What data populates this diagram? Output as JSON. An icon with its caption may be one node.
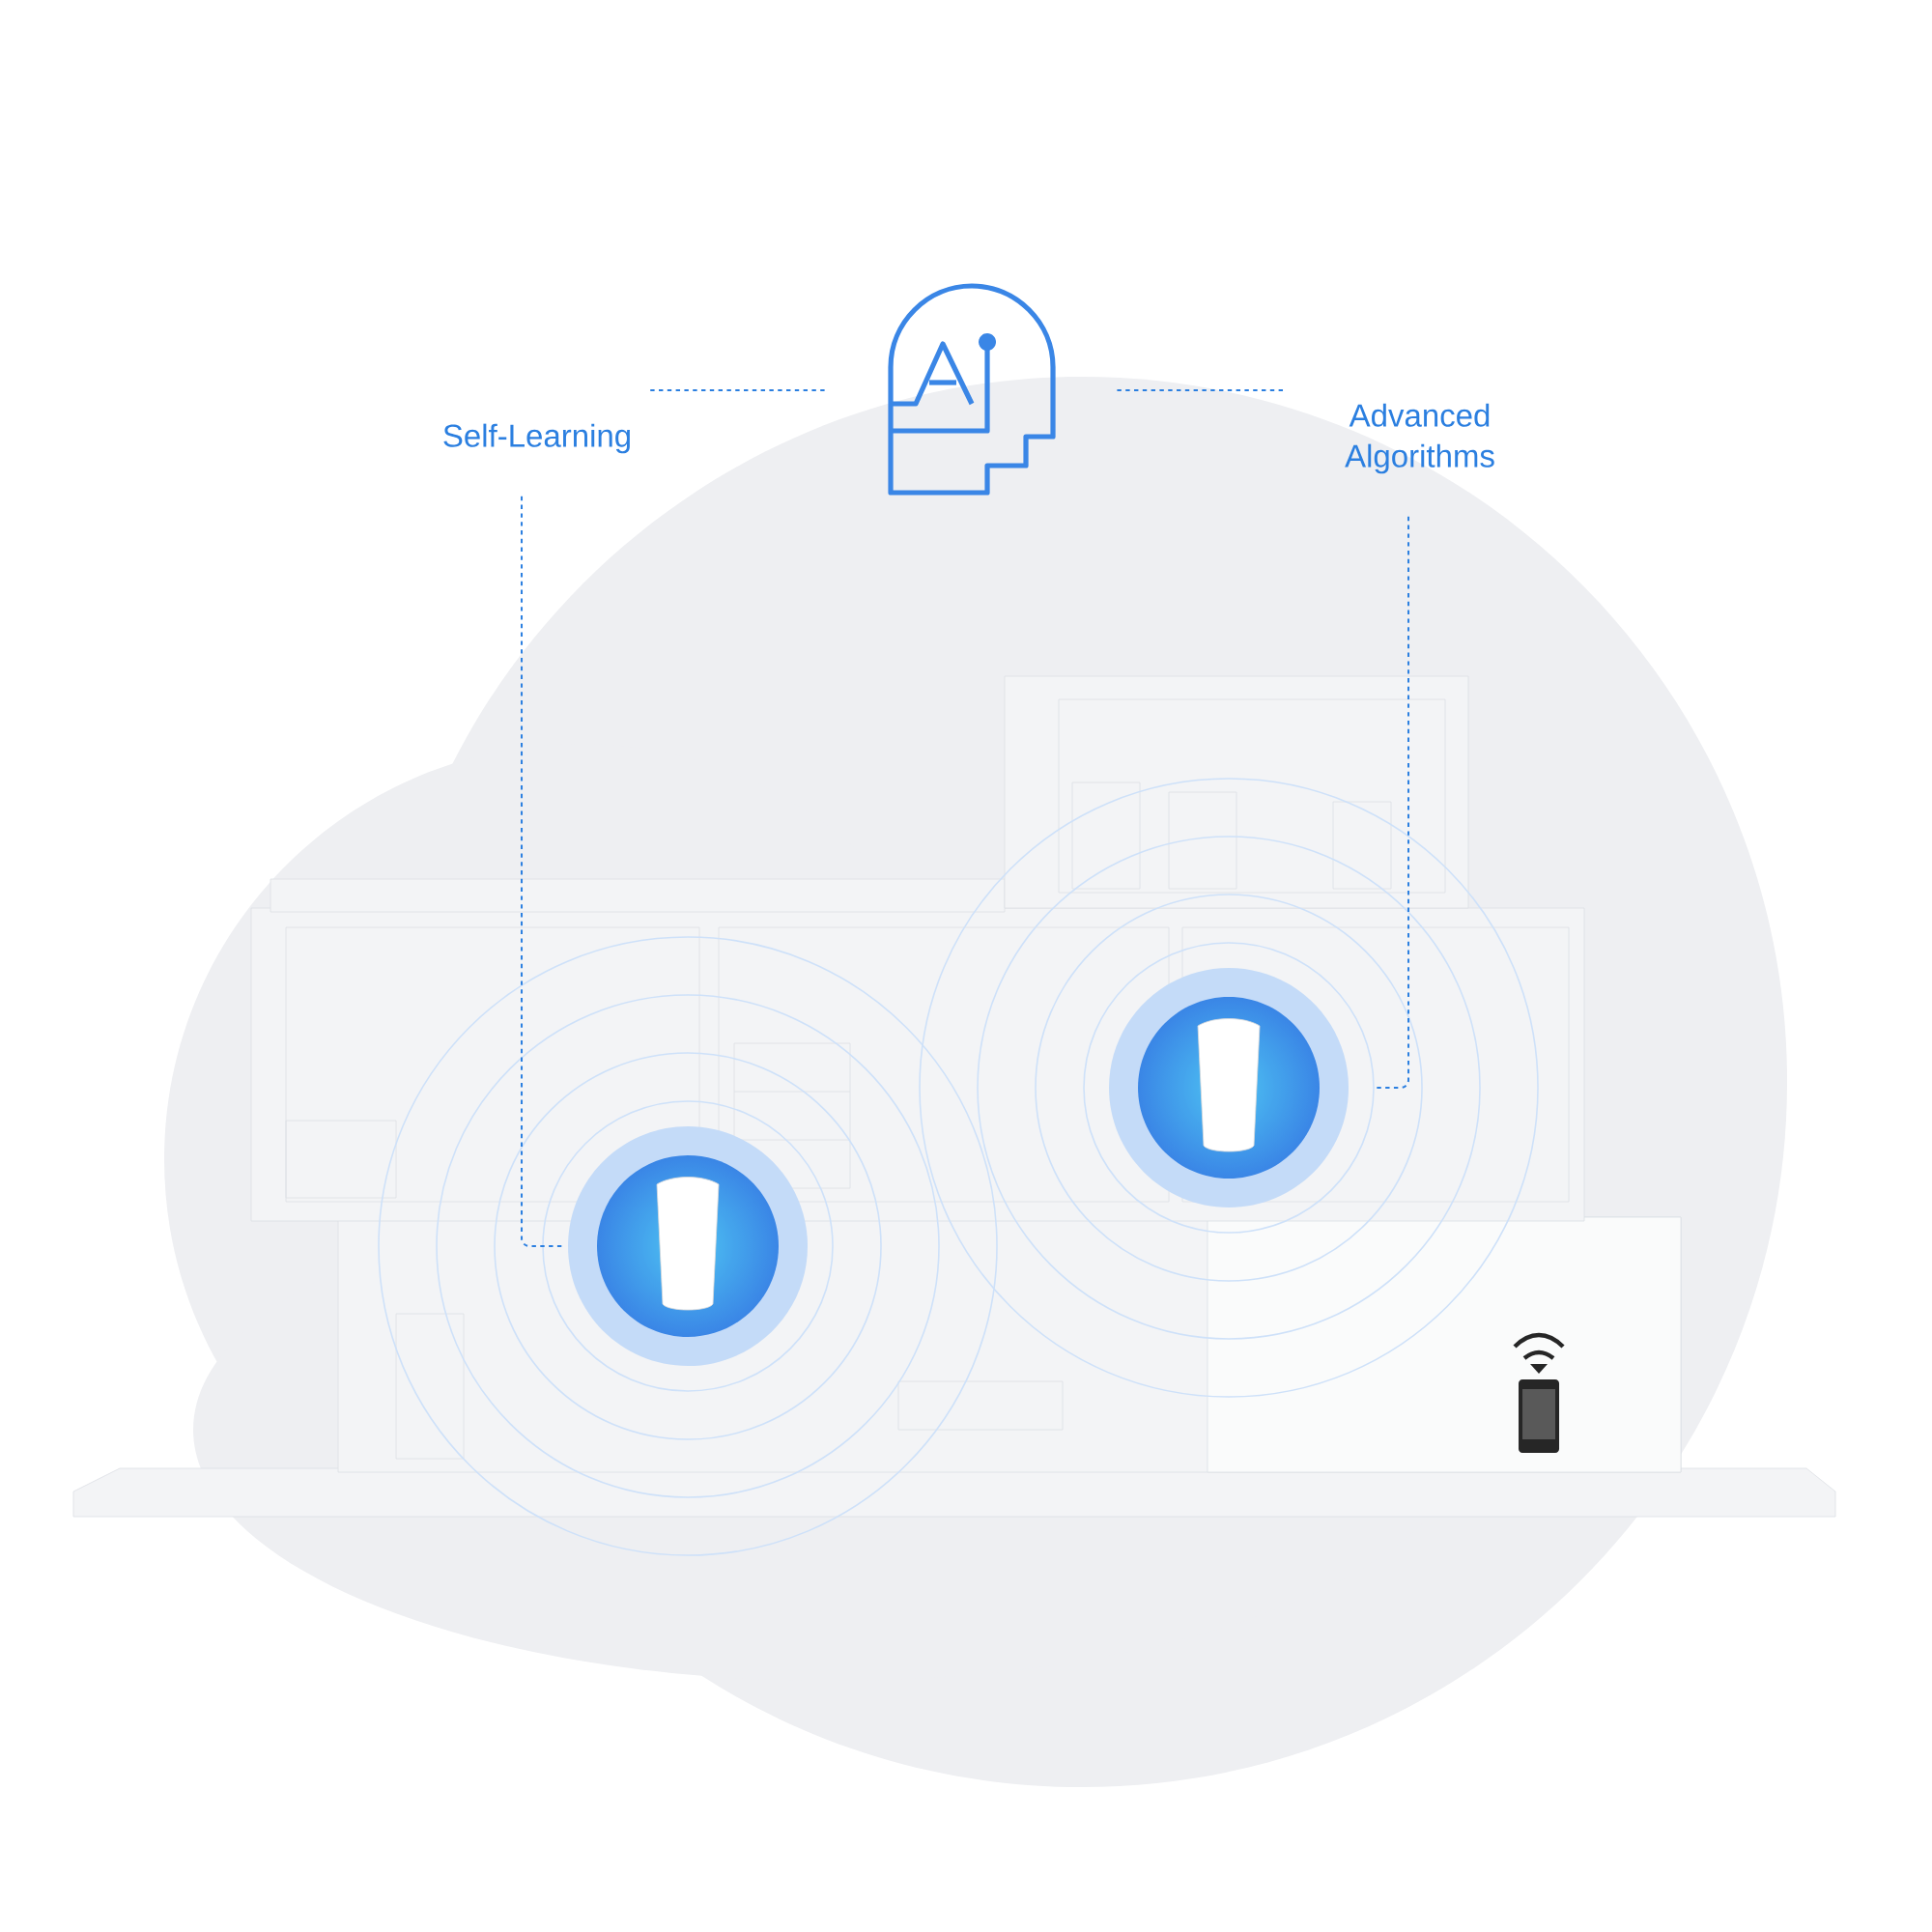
{
  "diagram": {
    "nodes": [
      {
        "text": [],
        "shape": "picture"
      },
      {
        "text": [
          "Self-Learning"
        ]
      },
      {
        "text": [
          "Advanced Algorithms"
        ]
      },
      {
        "text": [],
        "shape": "picture"
      },
      {
        "text": [],
        "shape": "picture"
      }
    ],
    "edges": [
      {
        "from": 0,
        "to": 1,
        "arrow": "none",
        "style": "dashed"
      },
      {
        "from": 0,
        "to": 2,
        "arrow": "none",
        "style": "dashed"
      },
      {
        "from": 1,
        "to": 3,
        "arrow": "none",
        "style": "dashed"
      },
      {
        "from": 2,
        "to": 4,
        "arrow": "none",
        "style": "dashed"
      }
    ]
  }
}
